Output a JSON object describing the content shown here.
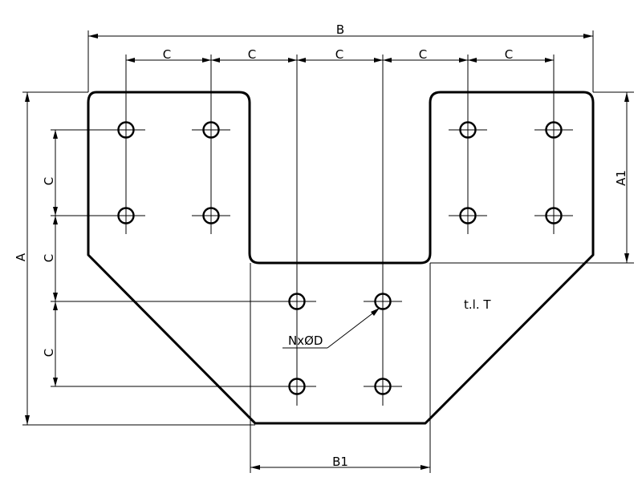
{
  "drawing": {
    "dimensions": {
      "overall_width": "B",
      "bottom_width": "B1",
      "overall_height": "A",
      "upper_height": "A1",
      "hole_pitch": "C"
    },
    "hole_callout": "NxØD",
    "thickness_note": "t.l. T"
  },
  "colors": {
    "line": "#000000",
    "background": "#ffffff"
  }
}
